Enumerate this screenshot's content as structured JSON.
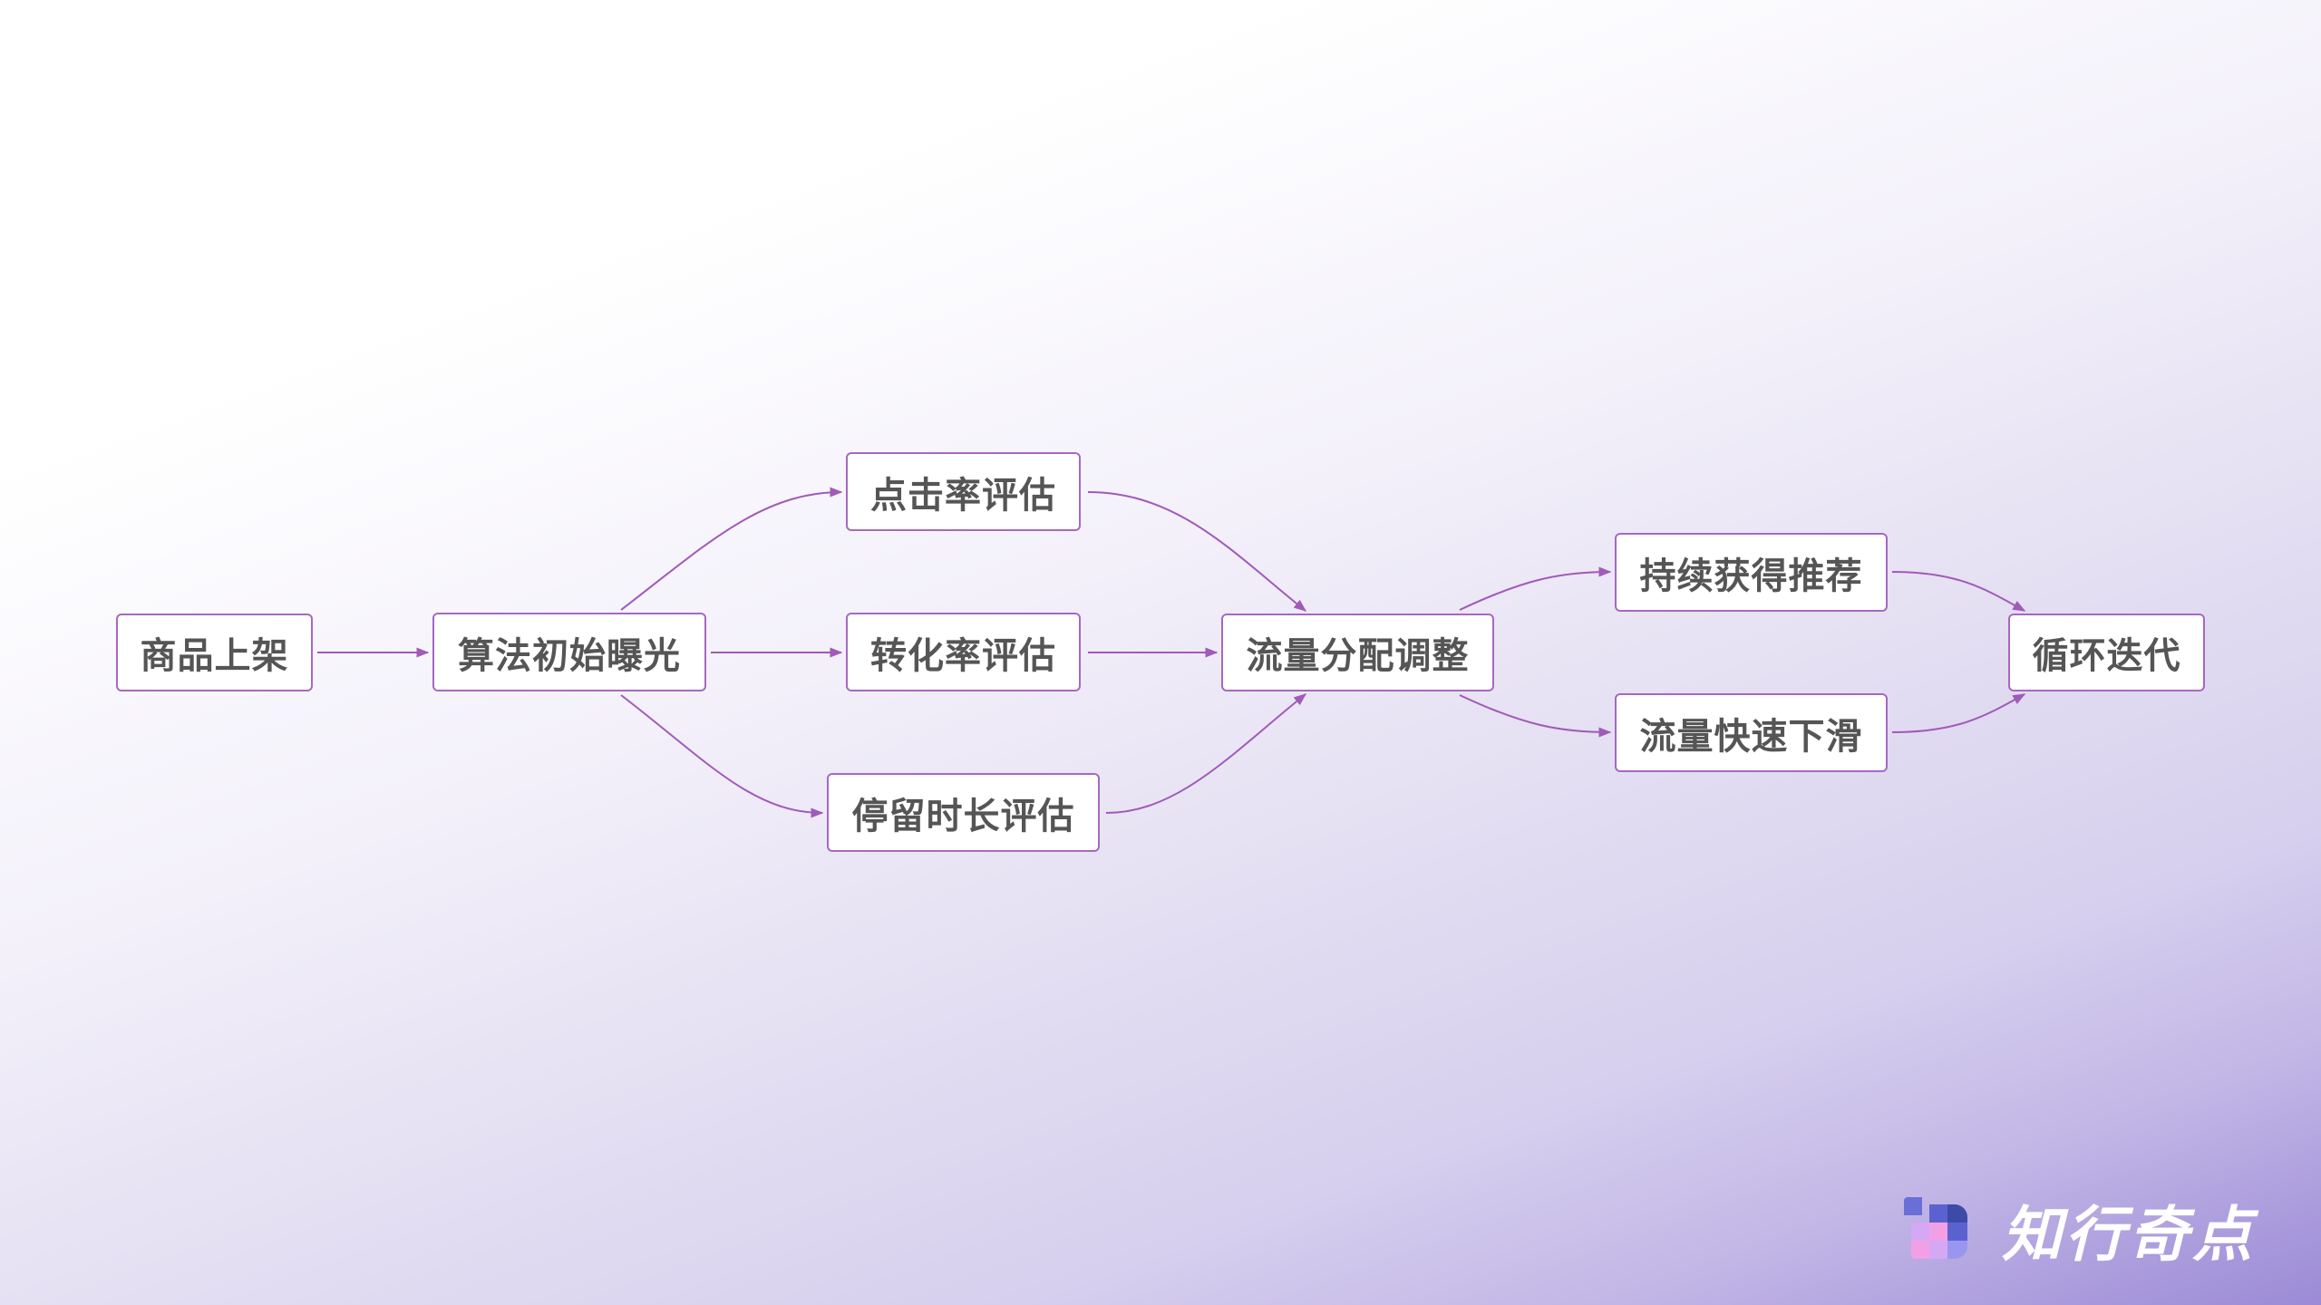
{
  "diagram": {
    "type": "flowchart",
    "direction": "left-to-right",
    "colors": {
      "node_border": "#a768c0",
      "edge": "#a05ab8",
      "text": "#555555",
      "node_fill": "#ffffff"
    },
    "nodes": {
      "listing": {
        "label": "商品上架"
      },
      "initial_exposure": {
        "label": "算法初始曝光"
      },
      "ctr_eval": {
        "label": "点击率评估"
      },
      "cvr_eval": {
        "label": "转化率评估"
      },
      "dwell_eval": {
        "label": "停留时长评估"
      },
      "traffic_adjust": {
        "label": "流量分配调整"
      },
      "keep_recommended": {
        "label": "持续获得推荐"
      },
      "traffic_drop": {
        "label": "流量快速下滑"
      },
      "iterate": {
        "label": "循环迭代"
      }
    },
    "edges": [
      {
        "from": "商品上架",
        "to": "算法初始曝光"
      },
      {
        "from": "算法初始曝光",
        "to": "点击率评估"
      },
      {
        "from": "算法初始曝光",
        "to": "转化率评估"
      },
      {
        "from": "算法初始曝光",
        "to": "停留时长评估"
      },
      {
        "from": "点击率评估",
        "to": "流量分配调整"
      },
      {
        "from": "转化率评估",
        "to": "流量分配调整"
      },
      {
        "from": "停留时长评估",
        "to": "流量分配调整"
      },
      {
        "from": "流量分配调整",
        "to": "持续获得推荐"
      },
      {
        "from": "流量分配调整",
        "to": "流量快速下滑"
      },
      {
        "from": "持续获得推荐",
        "to": "循环迭代"
      },
      {
        "from": "流量快速下滑",
        "to": "循环迭代"
      }
    ]
  },
  "branding": {
    "logo_text": "知行奇点",
    "logo_icon": "pixel-grid-logo-icon"
  }
}
